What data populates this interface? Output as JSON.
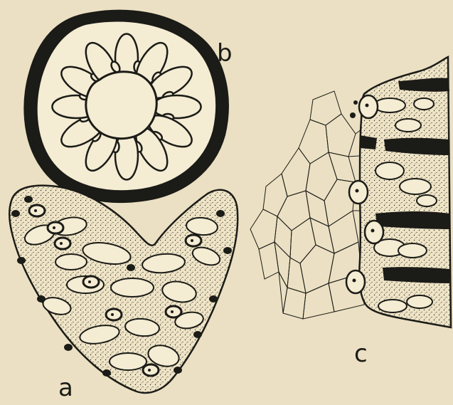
{
  "labels": {
    "a": "a",
    "b": "b",
    "c": "c"
  },
  "colors": {
    "paper": "#ebe0c3",
    "ink": "#1b1b17",
    "tissue_fill": "#f4ecd3"
  }
}
